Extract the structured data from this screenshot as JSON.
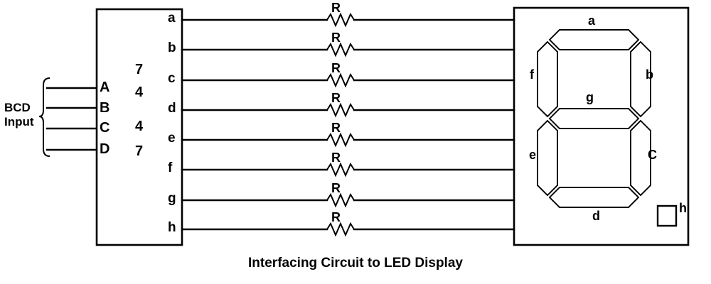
{
  "diagram": {
    "title": "Interfacing Circuit to LED Display",
    "ink_color": "#000000",
    "background_color": "#ffffff"
  },
  "bcd_input": {
    "label_line1": "BCD",
    "label_line2": "Input",
    "pins": [
      {
        "label": "A"
      },
      {
        "label": "B"
      },
      {
        "label": "C"
      },
      {
        "label": "D"
      }
    ]
  },
  "chip": {
    "part_digits": [
      "7",
      "4",
      "4",
      "7"
    ],
    "part_number": "7447",
    "output_pins": [
      {
        "label": "a"
      },
      {
        "label": "b"
      },
      {
        "label": "c"
      },
      {
        "label": "d"
      },
      {
        "label": "e"
      },
      {
        "label": "f"
      },
      {
        "label": "g"
      },
      {
        "label": "h"
      }
    ]
  },
  "resistors": [
    {
      "label": "R"
    },
    {
      "label": "R"
    },
    {
      "label": "R"
    },
    {
      "label": "R"
    },
    {
      "label": "R"
    },
    {
      "label": "R"
    },
    {
      "label": "R"
    },
    {
      "label": "R"
    }
  ],
  "display": {
    "segments": [
      {
        "id": "a",
        "label": "a",
        "position": "top"
      },
      {
        "id": "b",
        "label": "b",
        "position": "top-right"
      },
      {
        "id": "c",
        "label": "C",
        "position": "bottom-right"
      },
      {
        "id": "d",
        "label": "d",
        "position": "bottom"
      },
      {
        "id": "e",
        "label": "e",
        "position": "bottom-left"
      },
      {
        "id": "f",
        "label": "f",
        "position": "top-left"
      },
      {
        "id": "g",
        "label": "g",
        "position": "middle"
      }
    ],
    "decimal_point": {
      "label": "h"
    }
  }
}
